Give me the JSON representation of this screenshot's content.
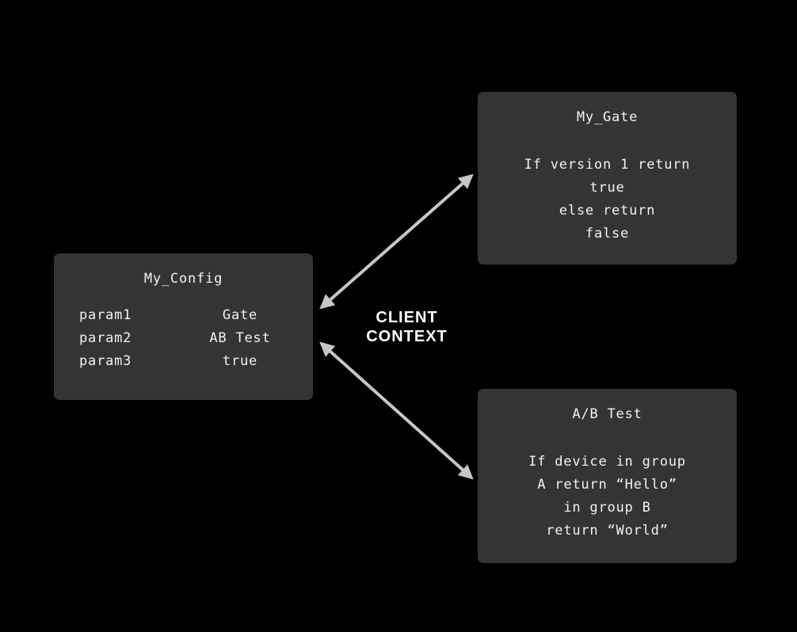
{
  "diagram": {
    "colors": {
      "background": "#000000",
      "box_bg": "#343434",
      "box_text": "#f2f2f2",
      "arrow": "#c6c6c6",
      "label_text": "#ffffff"
    },
    "config_box": {
      "title": "My_Config",
      "rows": [
        {
          "label": "param1",
          "value": "Gate"
        },
        {
          "label": "param2",
          "value": "AB Test"
        },
        {
          "label": "param3",
          "value": "true"
        }
      ]
    },
    "gate_box": {
      "title": "My_Gate",
      "lines": [
        "If version 1 return",
        "true",
        "else return",
        "false"
      ]
    },
    "ab_test_box": {
      "title": "A/B Test",
      "lines": [
        "If device in group",
        "A return “Hello”",
        "in group B",
        "return “World”"
      ]
    },
    "client_context_label": {
      "line1": "CLIENT",
      "line2": "CONTEXT"
    }
  }
}
